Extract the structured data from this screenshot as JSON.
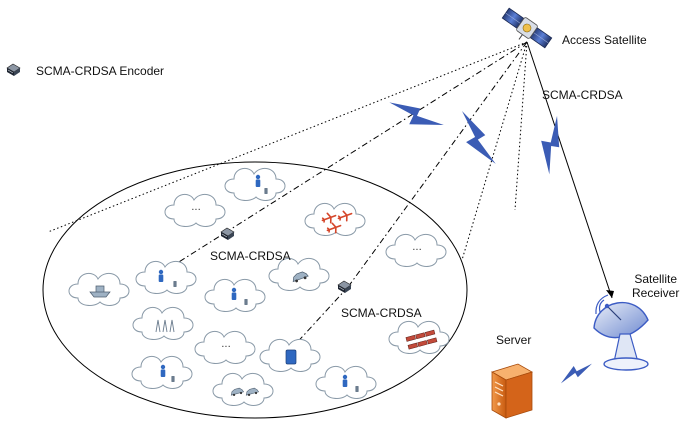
{
  "labels": {
    "access_satellite": "Access Satellite",
    "legend_encoder": "SCMA-CRDSA Encoder",
    "link_top": "SCMA-CRDSA",
    "link_mid_left": "SCMA-CRDSA",
    "link_mid_right": "SCMA-CRDSA",
    "satellite_receiver_line1": "Satellite",
    "satellite_receiver_line2": "Receiver",
    "server": "Server"
  },
  "icons": {
    "satellite": "satellite-icon",
    "encoder": "encoder-device-icon",
    "dish": "satellite-dish-icon",
    "server": "server-tower-icon",
    "cloud": "cloud-icon",
    "person": "person-icon",
    "car": "car-icon",
    "airplane": "airplane-icon",
    "train": "train-icon",
    "ship": "ship-icon",
    "tower": "cell-tower-icon",
    "lightning": "wireless-link-icon"
  },
  "colors": {
    "lightning": "#3b5cb5",
    "server": "#e8731f",
    "dish": "#3c5cc4",
    "cloud_stroke": "#8a9aa8",
    "device_blue": "#2f68c0"
  }
}
